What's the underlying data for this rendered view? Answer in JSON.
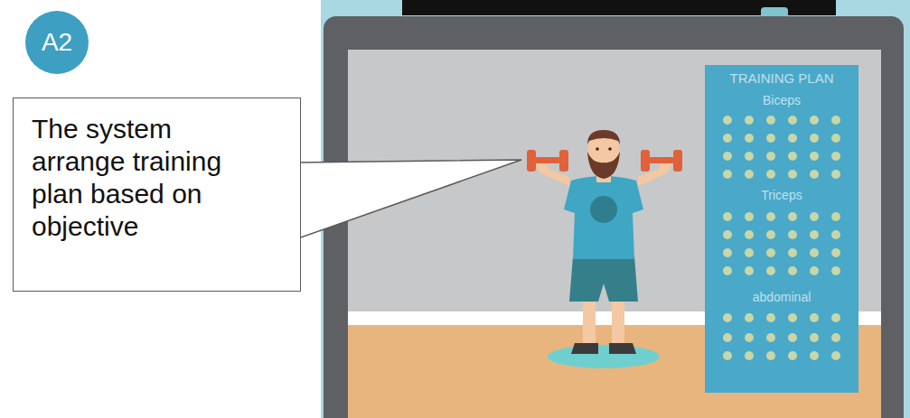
{
  "diagram": {
    "nodes": [
      {
        "text": [
          "A2"
        ]
      },
      {
        "text": [
          "The system arrange training plan based on objective"
        ]
      },
      {
        "text": [
          "TRAINING PLAN",
          "Biceps",
          "Triceps",
          "abdominal"
        ]
      }
    ]
  }
}
